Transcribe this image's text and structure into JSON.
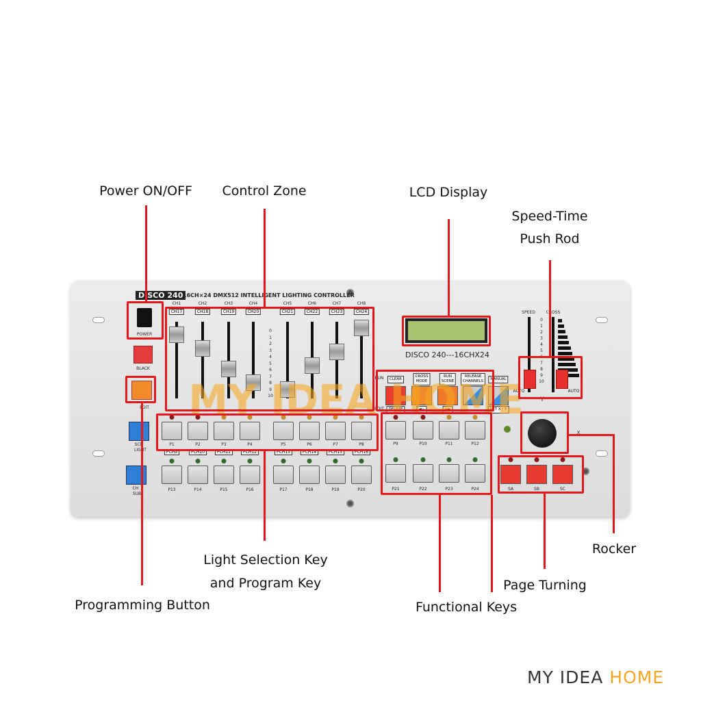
{
  "annotations": {
    "power": "Power ON/OFF",
    "control": "Control Zone",
    "lcd": "LCD Display",
    "speed1": "Speed-Time",
    "speed2": "Push Rod",
    "light1": "Light Selection Key",
    "light2": "and Program Key",
    "programming": "Programming Button",
    "functional": "Functional Keys",
    "page": "Page Turning",
    "rocker": "Rocker"
  },
  "device": {
    "brand": "DISCO 240",
    "subtitle": "16CH×24 DMX512 INTELLIGENT LIGHTING CONTROLLER",
    "lcd_caption": "DISCO 240---16CHX24",
    "power": "POWER",
    "black": "BLACK",
    "edit": "EDIT",
    "scn": "SCN",
    "light": "LIGHT",
    "ch": "CH",
    "sub": "SUB",
    "run": "RUN",
    "edit2": "EDIT",
    "speed": "SPEED",
    "cross": "CROSS",
    "auto": "AUTO",
    "y": "Y",
    "x": "X",
    "scale": [
      "0",
      "1",
      "2",
      "3",
      "4",
      "5",
      "6",
      "7",
      "8",
      "9",
      "10"
    ],
    "faders": [
      {
        "ch": "CH1",
        "alt": "CH17",
        "level": 0.85
      },
      {
        "ch": "CH2",
        "alt": "CH18",
        "level": 0.65
      },
      {
        "ch": "CH3",
        "alt": "CH19",
        "level": 0.35
      },
      {
        "ch": "CH4",
        "alt": "CH20",
        "level": 0.15
      },
      {
        "ch": "CH5",
        "alt": "CH21",
        "level": 0.05
      },
      {
        "ch": "CH6",
        "alt": "CH22",
        "level": 0.4
      },
      {
        "ch": "CH7",
        "alt": "CH23",
        "level": 0.6
      },
      {
        "ch": "CH8",
        "alt": "CH24",
        "level": 0.95
      }
    ],
    "row1": [
      "P1",
      "P2",
      "P3",
      "P4",
      "P5",
      "P6",
      "P7",
      "P8"
    ],
    "pch": [
      "PCH9",
      "PCH10",
      "PCH11",
      "PCH12",
      "PCH13",
      "PCH14",
      "PCH15",
      "PCH16"
    ],
    "row2": [
      "P13",
      "P14",
      "P15",
      "P16",
      "P17",
      "P18",
      "P19",
      "P20"
    ],
    "right1": [
      "P9",
      "P10",
      "P11",
      "P12"
    ],
    "right2": [
      "P21",
      "P22",
      "P23",
      "P24"
    ],
    "function_keys": [
      {
        "label": "CLEAR",
        "sub": "DELETE",
        "color": "#e63b2e"
      },
      {
        "label": "CROSS\nMODE",
        "sub": "◄−",
        "color": "#f08a2a"
      },
      {
        "label": "RUN\nSCENE",
        "sub": "+►",
        "color": "#f07a2a"
      },
      {
        "label": "RELEASE\nCHANNELS",
        "sub": "",
        "color": "#3b8ee0"
      },
      {
        "label": "MANUAL",
        "sub": "SET X / Y",
        "color": "#3b8ee0"
      }
    ],
    "page_keys": [
      "SA",
      "SB",
      "SC"
    ]
  },
  "watermark": "MY IDEA HOME",
  "footer": {
    "part1": "MY IDEA ",
    "part2": "HOME"
  },
  "colors": {
    "annotation": "#e5161c",
    "accent": "#f5a623"
  }
}
